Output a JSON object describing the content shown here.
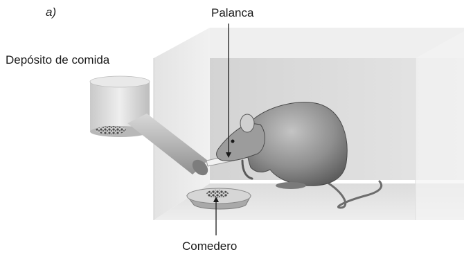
{
  "figure": {
    "panel_label": "a)",
    "labels": {
      "lever": "Palanca",
      "food_hopper": "Depósito de comida",
      "food_dish": "Comedero"
    }
  }
}
